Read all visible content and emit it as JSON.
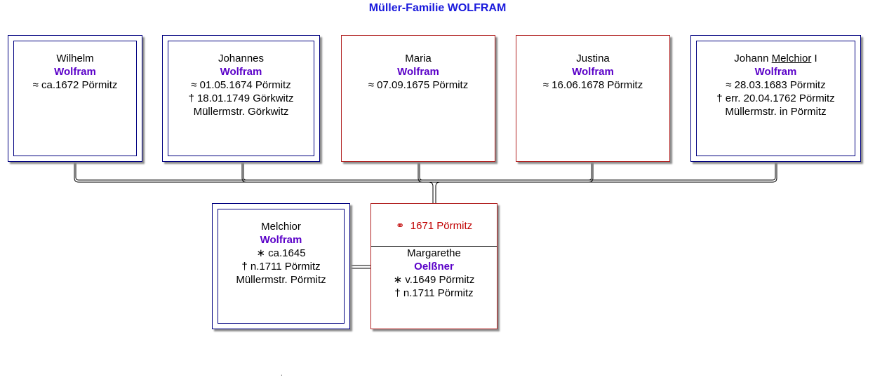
{
  "title": "Müller-Familie WOLFRAM",
  "children": [
    {
      "first": "Wilhelm",
      "surname": "Wolfram",
      "lines": [
        "≈ ca.1672 Pörmitz"
      ]
    },
    {
      "first": "Johannes",
      "surname": "Wolfram",
      "lines": [
        "≈  01.05.1674 Pörmitz",
        "†  18.01.1749 Görkwitz",
        "Müllermstr. Görkwitz"
      ]
    },
    {
      "first": "Maria",
      "surname": "Wolfram",
      "lines": [
        "≈  07.09.1675 Pörmitz"
      ]
    },
    {
      "first": "Justina",
      "surname": "Wolfram",
      "lines": [
        "≈  16.06.1678 Pörmitz"
      ]
    },
    {
      "first_pre": "Johann ",
      "first_underlined": "Melchior",
      "first_post": " I",
      "surname": "Wolfram",
      "lines": [
        "≈  28.03.1683 Pörmitz",
        "† err. 20.04.1762 Pörmitz",
        "Müllermstr. in Pörmitz"
      ]
    }
  ],
  "father": {
    "first": "Melchior",
    "surname": "Wolfram",
    "lines": [
      "∗ ca.1645",
      "† n.1711 Pörmitz",
      "Müllermstr. Pörmitz"
    ]
  },
  "marriage": {
    "symbol": "⚭",
    "text": "1671 Pörmitz"
  },
  "mother": {
    "first": "Margarethe",
    "surname": "Oelßner",
    "lines": [
      "∗ v.1649 Pörmitz",
      "† n.1711 Pörmitz"
    ]
  },
  "footer_mark": ".",
  "colors": {
    "title": "#1a1adc",
    "surname": "#5a00c8",
    "male_border": "#000080",
    "female_border": "#b22222",
    "marriage": "#c00000"
  }
}
